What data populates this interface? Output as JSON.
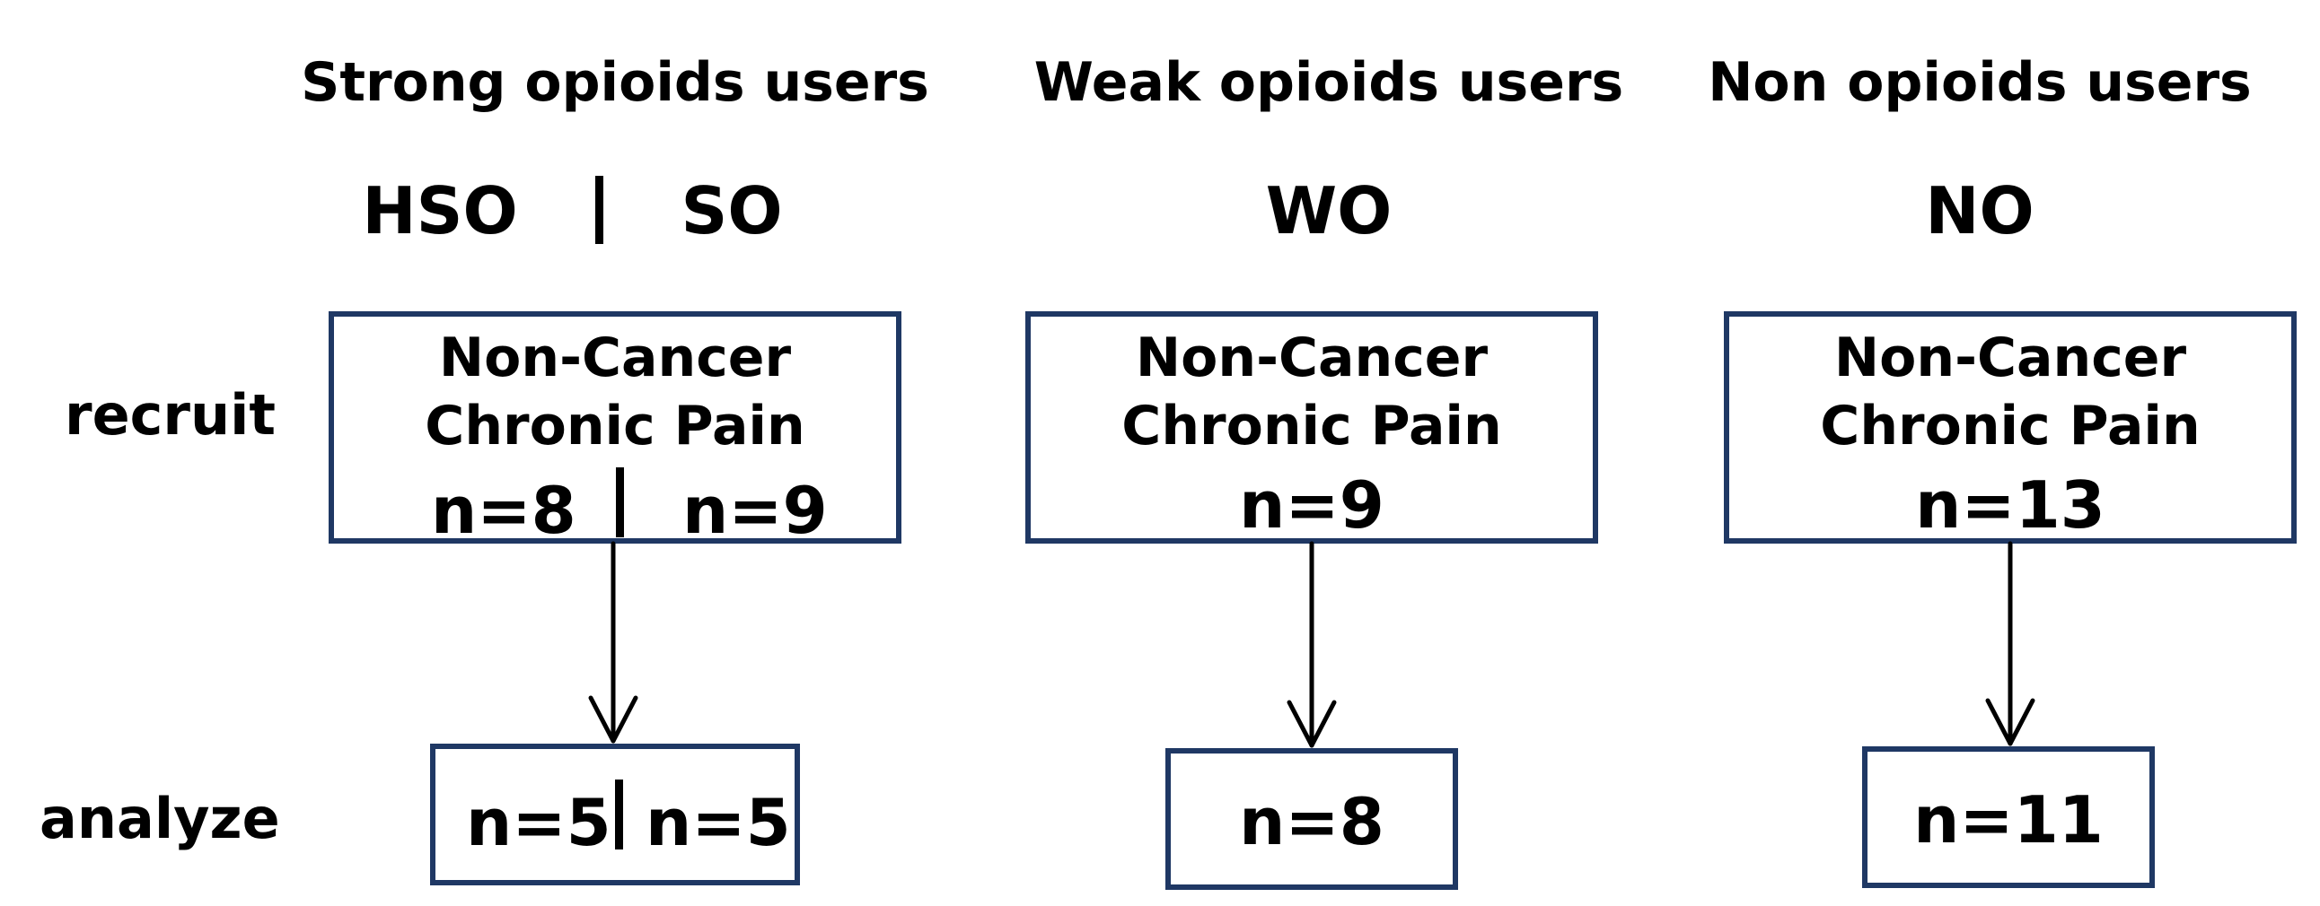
{
  "colors": {
    "box_border": "#1f3864",
    "text": "#000000",
    "arrow": "#000000"
  },
  "row_labels": {
    "recruit": "recruit",
    "analyze": "analyze"
  },
  "groups": [
    {
      "title": "Strong opioids users",
      "codes": [
        "HSO",
        "SO"
      ],
      "recruit_line1": "Non-Cancer",
      "recruit_line2": "Chronic Pain",
      "recruit_counts": [
        "n=8",
        "n=9"
      ],
      "analyze_counts": [
        "n=5",
        "n=5"
      ]
    },
    {
      "title": "Weak opioids users",
      "code": "WO",
      "recruit_line1": "Non-Cancer",
      "recruit_line2": "Chronic Pain",
      "recruit_count": "n=9",
      "analyze_count": "n=8"
    },
    {
      "title": "Non opioids users",
      "code": "NO",
      "recruit_line1": "Non-Cancer",
      "recruit_line2": "Chronic Pain",
      "recruit_count": "n=13",
      "analyze_count": "n=11"
    }
  ]
}
